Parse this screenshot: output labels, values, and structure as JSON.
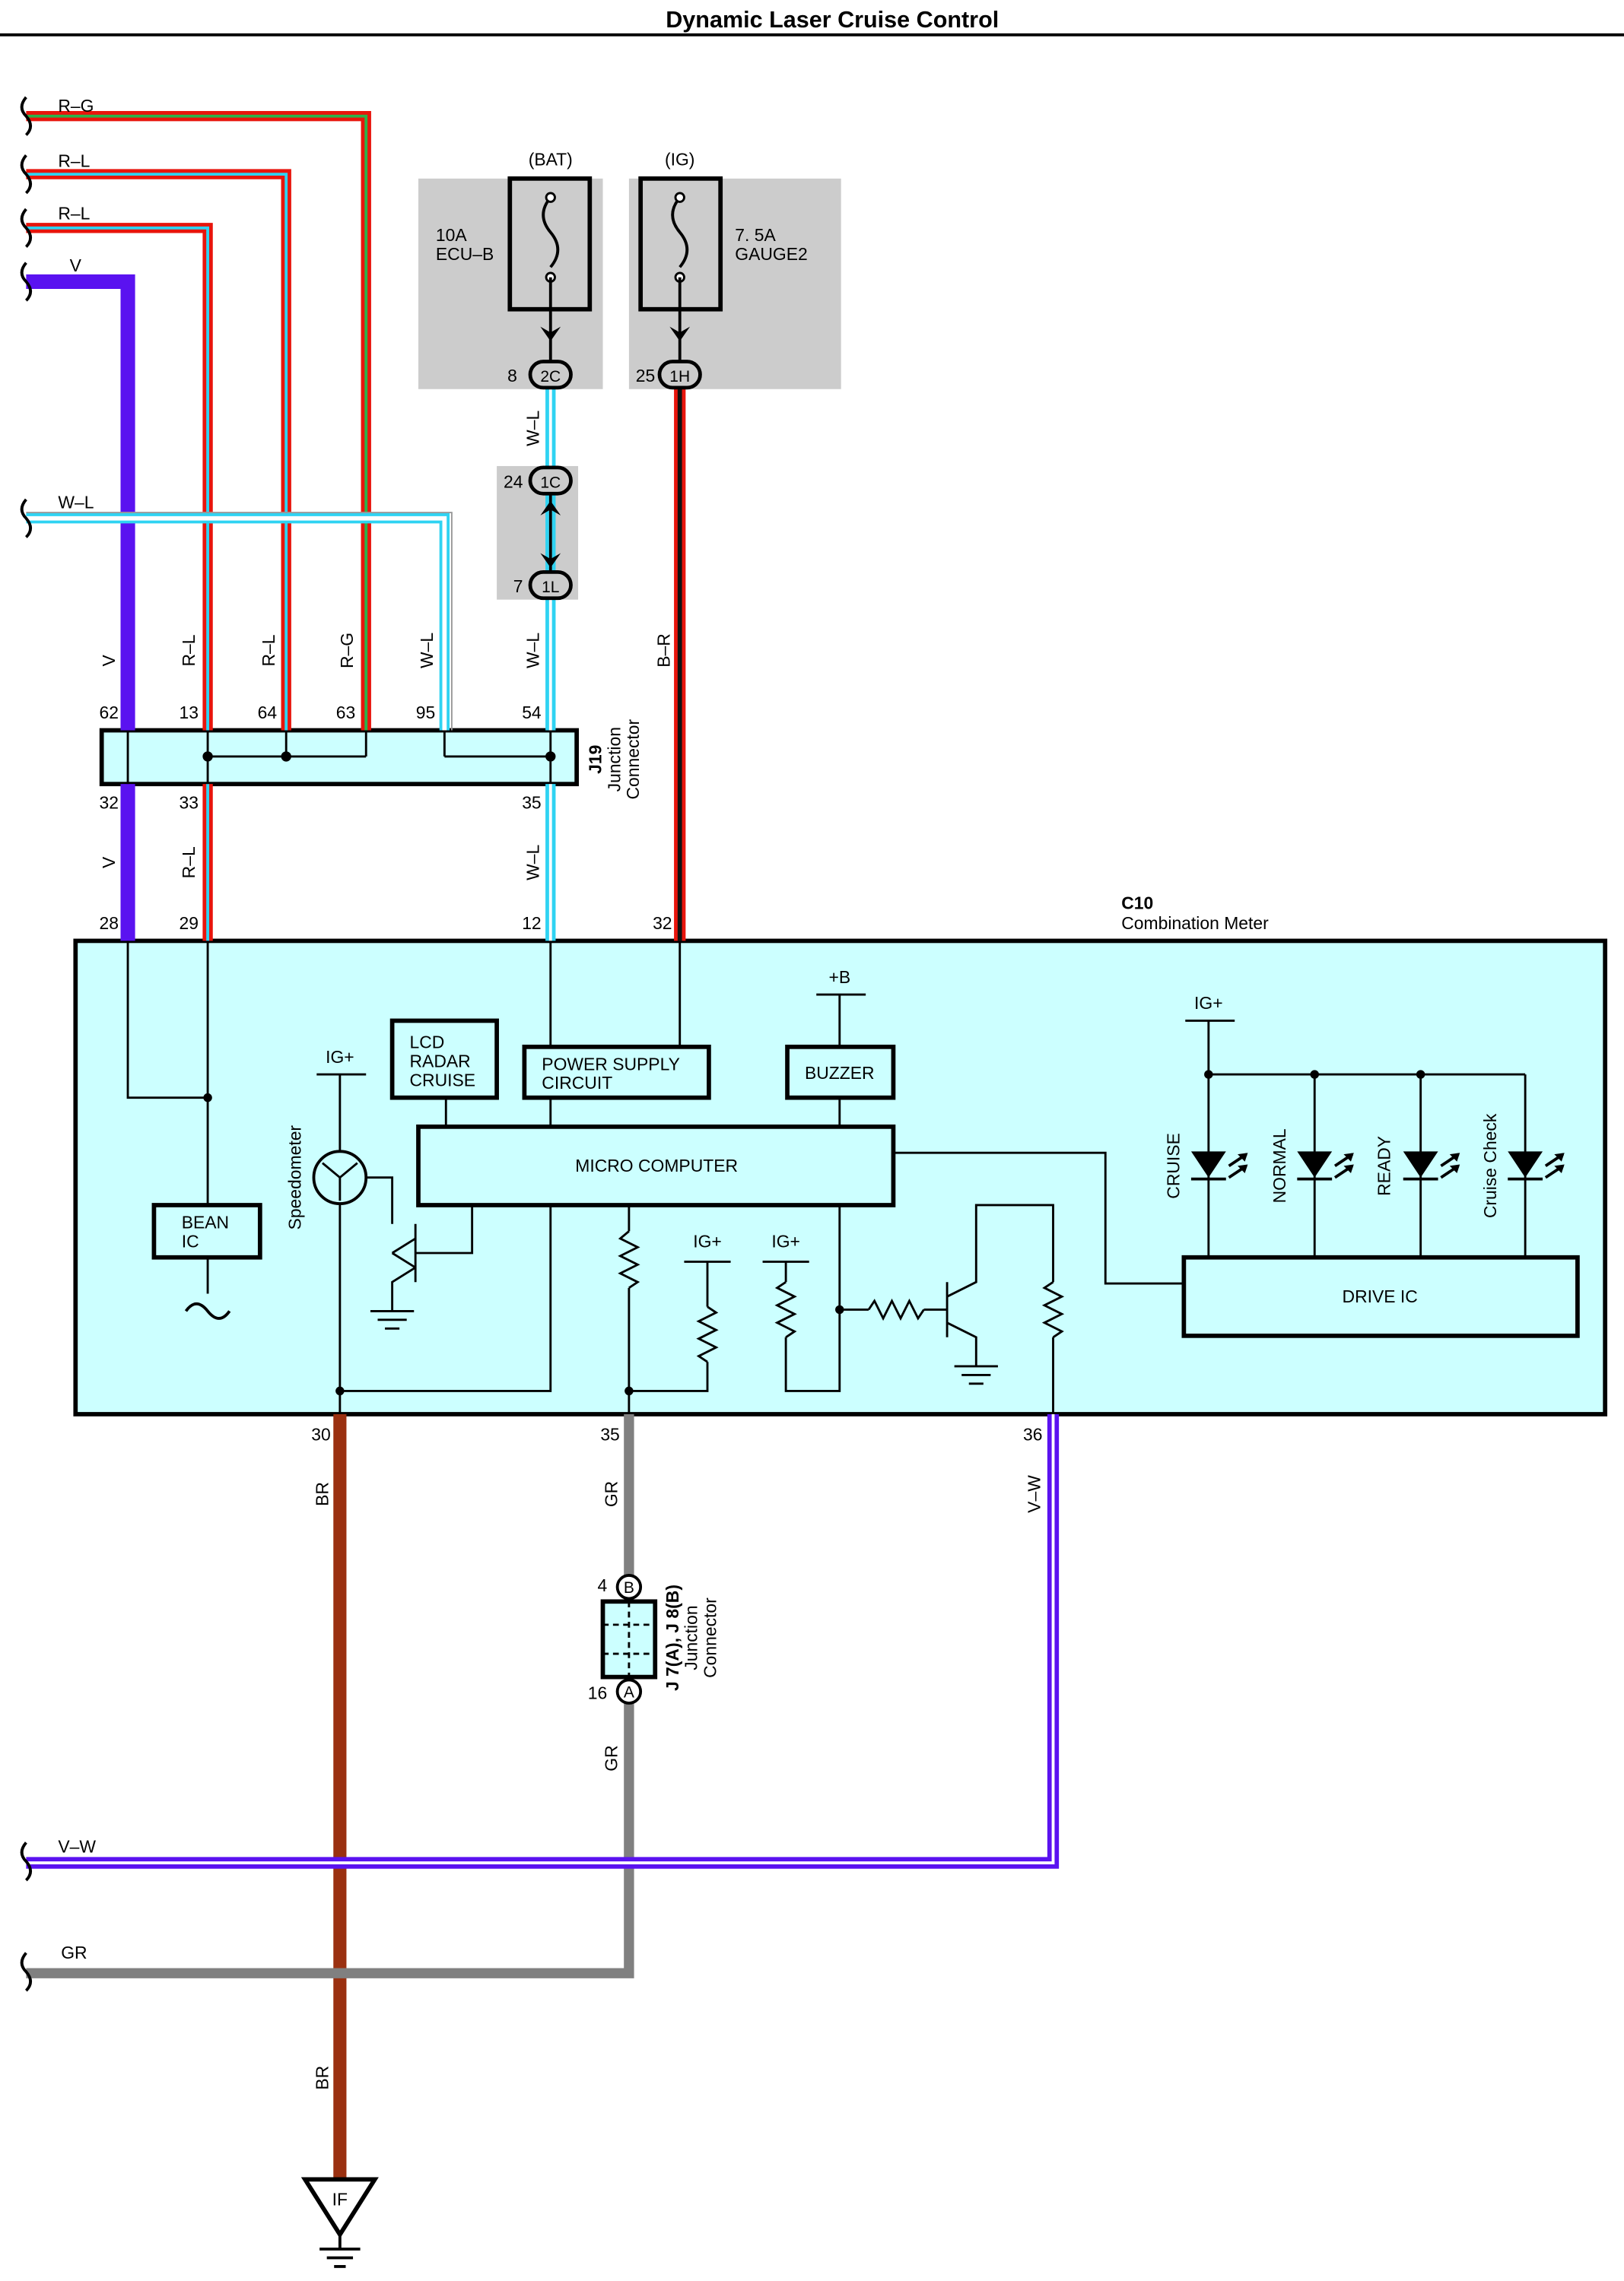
{
  "title": "Dynamic Laser Cruise Control",
  "colors": {
    "R-G": [
      "#e8150c",
      "#2bb24a"
    ],
    "R-L": [
      "#e8150c",
      "#2fd3f2"
    ],
    "V": [
      "#5a12f0"
    ],
    "W-L": [
      "#ffffff",
      "#2fd3f2"
    ],
    "B-R": [
      "#111111",
      "#e8150c"
    ],
    "BR": [
      "#9a3010"
    ],
    "GR": [
      "#808080"
    ],
    "V-W": [
      "#5a12f0",
      "#ffffff"
    ],
    "component_fill": "#ccffff",
    "fuse_panel_fill": "#cccccc"
  },
  "wire_labels": {
    "in_rg": "R–G",
    "in_rl1": "R–L",
    "in_rl2": "R–L",
    "in_v": "V",
    "in_wl": "W–L",
    "v_top": "V",
    "rl_top1": "R–L",
    "rl_top2": "R–L",
    "rg_top": "R–G",
    "wl_top": "W–L",
    "wl_jc": "W–L",
    "br_top": "B–R",
    "wl_fuse": "W–L",
    "v_bot": "V",
    "rl_bot": "R–L",
    "wl_bot": "W–L",
    "br1": "BR",
    "gr1": "GR",
    "vw1": "V–W",
    "gr2": "GR",
    "br2": "BR",
    "in_vw": "V–W",
    "in_gr": "GR"
  },
  "fuses": {
    "bat": {
      "source": "(BAT)",
      "rating": "10A",
      "name": "ECU–B",
      "connector": "2C",
      "pin": "8"
    },
    "ig": {
      "source": "(IG)",
      "rating": "7. 5A",
      "name": "GAUGE2",
      "connector": "1H",
      "pin": "25"
    },
    "relay_connectors": [
      {
        "connector": "1C",
        "pin": "24"
      },
      {
        "connector": "1L",
        "pin": "7"
      }
    ]
  },
  "j19": {
    "id": "J19",
    "name_line1": "Junction",
    "name_line2": "Connector",
    "top_pins": [
      "62",
      "13",
      "64",
      "63",
      "95",
      "54"
    ],
    "bottom_pins": [
      "32",
      "33",
      "35"
    ]
  },
  "c10": {
    "id": "C10",
    "name": "Combination Meter",
    "top_pins": [
      "28",
      "29",
      "12",
      "32"
    ],
    "bottom_pins": [
      "30",
      "35",
      "36"
    ],
    "blocks": {
      "bean_ic": [
        "BEAN",
        "IC"
      ],
      "lcd": [
        "LCD",
        "RADAR",
        "CRUISE"
      ],
      "power_supply": [
        "POWER SUPPLY",
        "CIRCUIT"
      ],
      "buzzer": "BUZZER",
      "micro": "MICRO COMPUTER",
      "drive_ic": "DRIVE IC"
    },
    "supply_labels": {
      "b_plus": "+B",
      "ig_plus": "IG+"
    },
    "speedometer": "Speedometer",
    "indicators": [
      "CRUISE",
      "NORMAL",
      "READY",
      "Cruise Check"
    ]
  },
  "j78": {
    "name_line1": "J 7(A), J 8(B)",
    "name_line2": "Junction",
    "name_line3": "Connector",
    "pin_b": "B",
    "pin_b_num": "4",
    "pin_a": "A",
    "pin_a_num": "16"
  },
  "ground": {
    "label": "IF"
  }
}
